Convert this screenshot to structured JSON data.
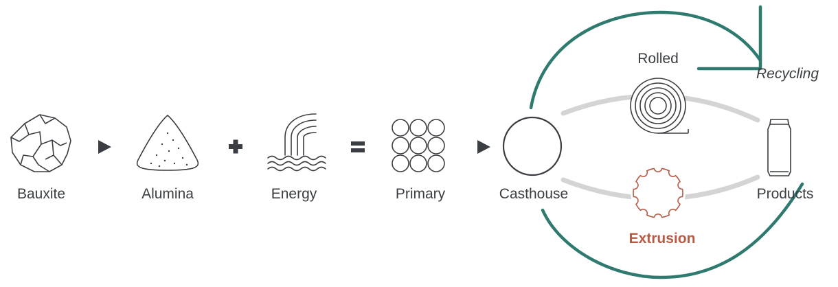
{
  "labels": {
    "bauxite": "Bauxite",
    "alumina": "Alumina",
    "energy": "Energy",
    "primary": "Primary",
    "casthouse": "Casthouse",
    "rolled": "Rolled",
    "extrusion": "Extrusion",
    "products": "Products",
    "recycling": "Recycling"
  },
  "operators": {
    "arrow": "▶",
    "plus": "+",
    "equals": "="
  },
  "icons": [
    "rock-icon",
    "sand-pile-icon",
    "hydro-dam-icon",
    "ingot-stack-icon",
    "casthouse-circle-icon",
    "coil-icon",
    "extrusion-die-icon",
    "can-icon"
  ],
  "colors": {
    "ink": "#3a3e42",
    "recycle": "#2f7a6e",
    "extrusion": "#b85a45",
    "paths": "#d4d4d4"
  }
}
